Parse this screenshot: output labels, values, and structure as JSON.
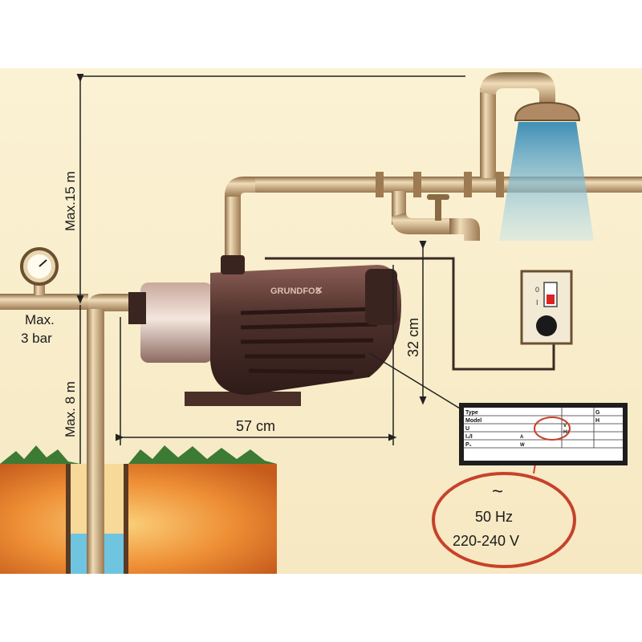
{
  "dimensions": {
    "max_height": "Max.15 m",
    "max_pressure_line1": "Max.",
    "max_pressure_line2": "3 bar",
    "max_depth": "Max. 8 m",
    "pump_height": "32 cm",
    "pump_length": "57 cm"
  },
  "pump": {
    "brand": "GRUNDFOS"
  },
  "nameplate": {
    "rows": [
      "Type",
      "Model",
      "U",
      "I₁/I",
      "P₁"
    ],
    "right_marks": [
      "G",
      "H",
      "V",
      "Hz",
      "A",
      "W"
    ]
  },
  "power_callout": {
    "symbol": "~",
    "frequency": "50 Hz",
    "voltage": "220-240 V"
  },
  "colors": {
    "background": "#f7ecc9",
    "pipe": "#d7b98f",
    "pipe_dark": "#8a6a45",
    "pump_body": "#5a3a33",
    "soil": "#e27a2a",
    "water": "#6fc4e0",
    "callout_ring": "#c8412a"
  }
}
